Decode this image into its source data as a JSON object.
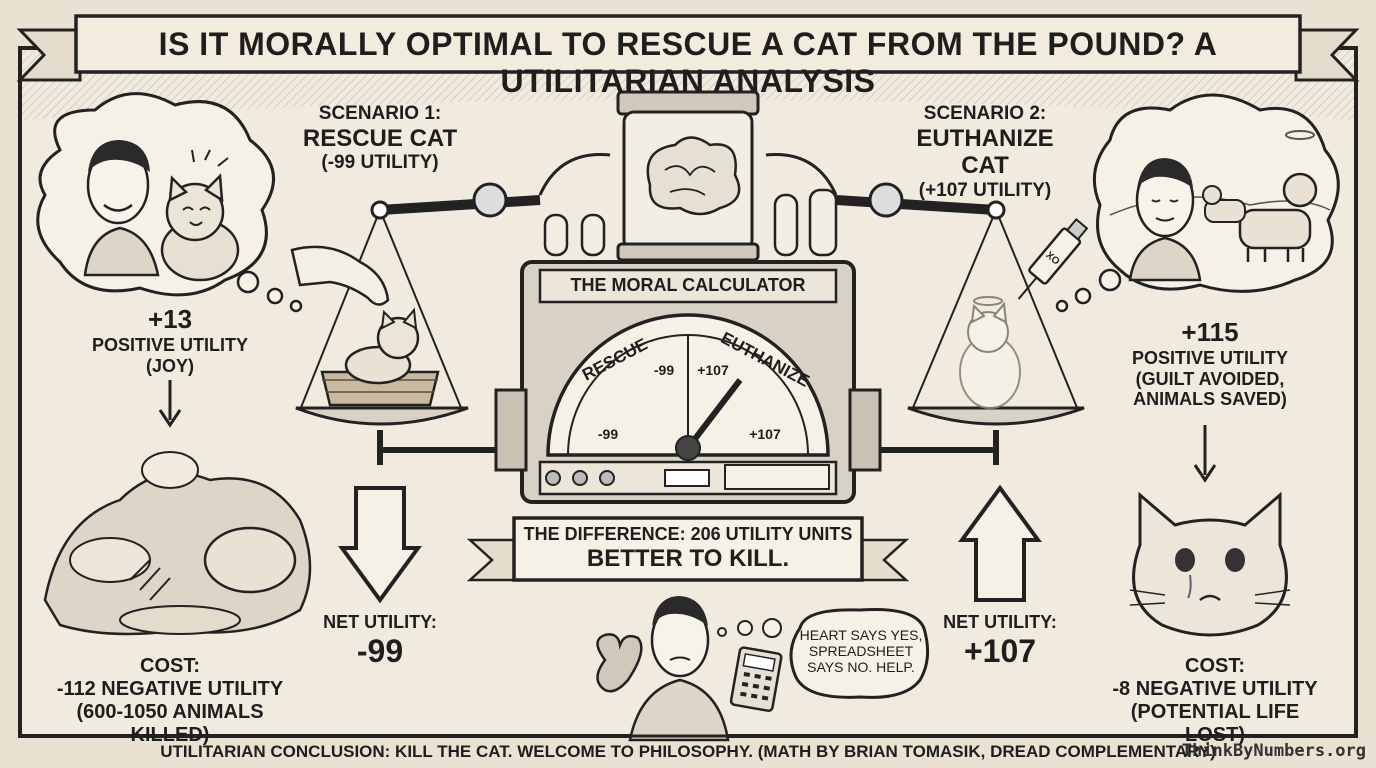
{
  "title": "IS IT MORALLY OPTIMAL TO RESCUE A CAT FROM THE POUND? A UTILITARIAN ANALYSIS",
  "scenario1": {
    "line1": "SCENARIO 1:",
    "line2": "RESCUE CAT",
    "line3": "(-99 UTILITY)"
  },
  "scenario2": {
    "line1": "SCENARIO 2:",
    "line2": "EUTHANIZE CAT",
    "line3": "(+107 UTILITY)"
  },
  "left_benefit": {
    "value": "+13",
    "line1": "POSITIVE UTILITY",
    "line2": "(JOY)"
  },
  "left_cost": {
    "line1": "COST:",
    "line2": "-112 NEGATIVE UTILITY",
    "line3": "(600-1050 ANIMALS KILLED)"
  },
  "right_benefit": {
    "value": "+115",
    "line1": "POSITIVE UTILITY",
    "line2": "(GUILT AVOIDED,",
    "line3": "ANIMALS SAVED)"
  },
  "right_cost": {
    "line1": "COST:",
    "line2": "-8 NEGATIVE UTILITY",
    "line3": "(POTENTIAL LIFE LOST)"
  },
  "calculator": {
    "label": "THE MORAL CALCULATOR",
    "gauge_left": "RESCUE",
    "gauge_right": "EUTHANIZE",
    "tick_left_top": "-99",
    "tick_right_top": "+107",
    "tick_left_bottom": "-99",
    "tick_right_bottom": "+107"
  },
  "difference": {
    "line1": "THE DIFFERENCE: 206 UTILITY UNITS",
    "line2": "BETTER TO KILL."
  },
  "net_left": {
    "label": "NET UTILITY:",
    "value": "-99"
  },
  "net_right": {
    "label": "NET UTILITY:",
    "value": "+107"
  },
  "syringe_label": "XO",
  "thought_bubble": {
    "line1": "HEART SAYS YES,",
    "line2": "SPREADSHEET",
    "line3": "SAYS NO. HELP."
  },
  "footer": "UTILITARIAN CONCLUSION: KILL THE CAT. WELCOME TO PHILOSOPHY. (MATH BY BRIAN TOMASIK, DREAD COMPLEMENTARY)",
  "watermark": "ThinkByNumbers.org",
  "colors": {
    "paper": "#efe8db",
    "ink": "#1e1e1e",
    "shade": "#cfc7b6",
    "metal": "#d8d2c6"
  },
  "icons": [
    "brain-icon",
    "balance-scale-icon",
    "syringe-icon",
    "heart-icon",
    "calculator-icon",
    "halo-icon",
    "gear-icon",
    "down-arrow-icon",
    "up-arrow-icon"
  ]
}
